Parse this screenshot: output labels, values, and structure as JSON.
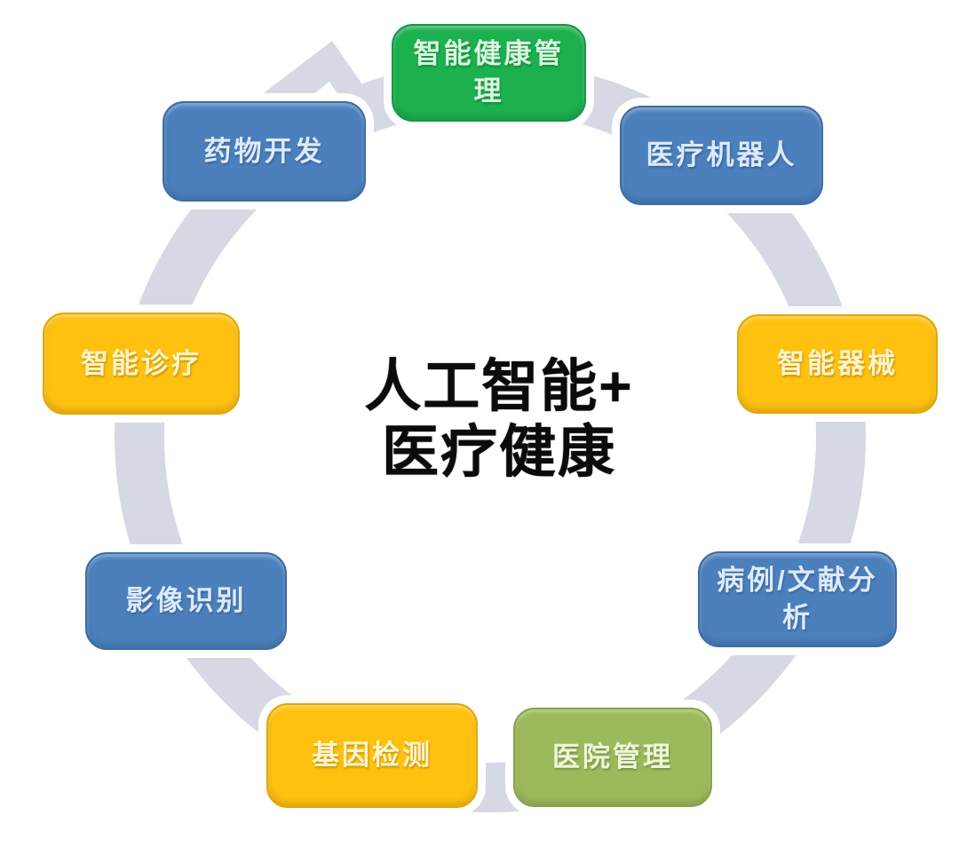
{
  "diagram": {
    "center_title": {
      "line1": "人工智能+",
      "line2": "医疗健康"
    },
    "palette": {
      "ring": "#d6d9e4",
      "green": "#1db04f",
      "blue": "#4b80bd",
      "yellow": "#fec110",
      "olive": "#9cba5b",
      "center_text": "#0b0b0b",
      "background": "#ffffff"
    },
    "nodes": [
      {
        "id": "smart-health-management",
        "label": "智能健康管理",
        "label_display": "智能健康管\n理",
        "color_name": "green",
        "color": "#1db04f"
      },
      {
        "id": "medical-robot",
        "label": "医疗机器人",
        "label_display": "医疗机器人",
        "color_name": "blue",
        "color": "#4b80bd"
      },
      {
        "id": "smart-devices",
        "label": "智能器械",
        "label_display": "智能器械",
        "color_name": "yellow",
        "color": "#fec110"
      },
      {
        "id": "case-literature-analysis",
        "label": "病例/文献分析",
        "label_display": "病例/文献分\n析",
        "color_name": "blue",
        "color": "#4b80bd"
      },
      {
        "id": "hospital-management",
        "label": "医院管理",
        "label_display": "医院管理",
        "color_name": "olive",
        "color": "#9cba5b"
      },
      {
        "id": "gene-testing",
        "label": "基因检测",
        "label_display": "基因检测",
        "color_name": "yellow",
        "color": "#fec110"
      },
      {
        "id": "image-recognition",
        "label": "影像识别",
        "label_display": "影像识别",
        "color_name": "blue",
        "color": "#4b80bd"
      },
      {
        "id": "smart-diagnosis",
        "label": "智能诊疗",
        "label_display": "智能诊疗",
        "color_name": "yellow",
        "color": "#fec110"
      },
      {
        "id": "drug-development",
        "label": "药物开发",
        "label_display": "药物开发",
        "color_name": "blue",
        "color": "#4b80bd"
      }
    ]
  }
}
